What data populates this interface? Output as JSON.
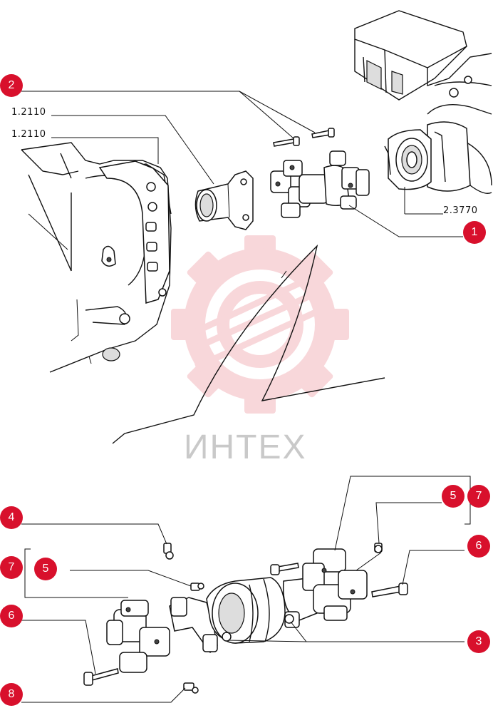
{
  "callouts": {
    "c1": "1",
    "c2": "2",
    "c3": "3",
    "c4": "4",
    "c5a": "5",
    "c5b": "5",
    "c6a": "6",
    "c6b": "6",
    "c7a": "7",
    "c7b": "7",
    "c8": "8"
  },
  "part_refs": {
    "flange_ref": "1.2110",
    "housing_ref": "1.2110",
    "axle_ref": "2.3770"
  },
  "watermark": {
    "text": "ИНТЕХ",
    "color": "#f3b7bd"
  },
  "colors": {
    "callout": "#d8102c",
    "line": "#111111"
  }
}
